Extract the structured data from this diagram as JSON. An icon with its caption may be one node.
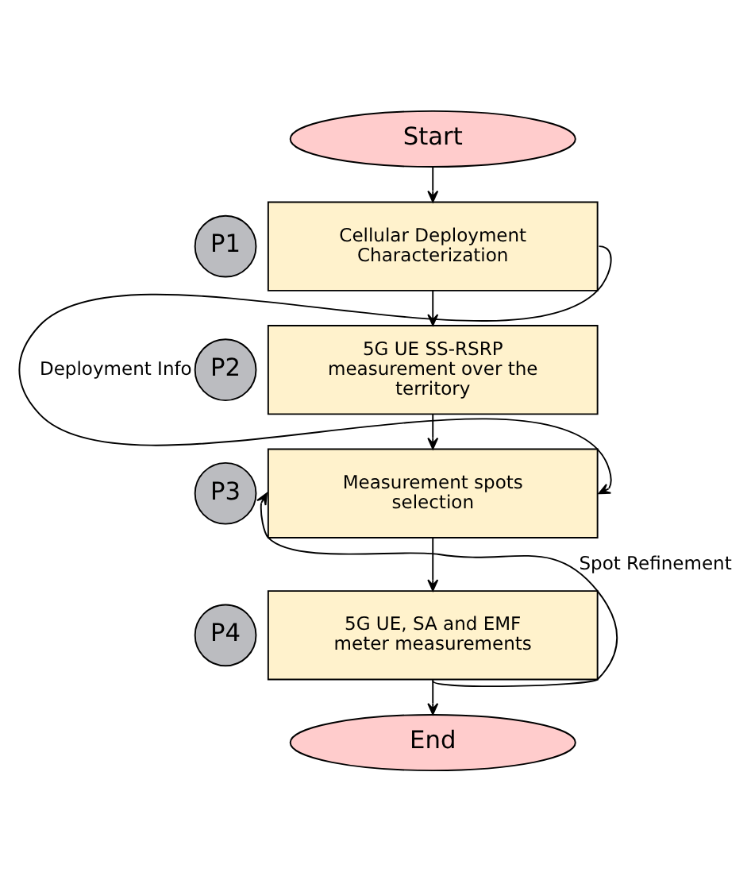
{
  "diagram": {
    "nodes": [
      {
        "text": [
          "Start"
        ]
      },
      {
        "text": [
          "P1"
        ]
      },
      {
        "text": [
          "Cellular Deployment Characterization"
        ]
      },
      {
        "text": [
          "P2"
        ]
      },
      {
        "text": [
          "5G UE SS-RSRP measurement over the territory"
        ]
      },
      {
        "text": [
          "P3"
        ]
      },
      {
        "text": [
          "Measurement spots selection"
        ]
      },
      {
        "text": [
          "P4"
        ]
      },
      {
        "text": [
          "5G UE, SA and EMF meter measurements"
        ]
      },
      {
        "text": [
          "End"
        ]
      }
    ],
    "edges": [
      {
        "from": 0,
        "to": 2,
        "arrow": "to"
      },
      {
        "from": 2,
        "to": 4,
        "arrow": "to"
      },
      {
        "from": 4,
        "to": 6,
        "arrow": "to"
      },
      {
        "from": 6,
        "to": 8,
        "arrow": "to"
      },
      {
        "from": 8,
        "to": 9,
        "arrow": "to"
      },
      {
        "from": 2,
        "to": 6,
        "arrow": "to",
        "label": "Deployment Info"
      },
      {
        "from": 8,
        "to": 6,
        "arrow": "to",
        "label": "Spot Refinement"
      }
    ]
  }
}
